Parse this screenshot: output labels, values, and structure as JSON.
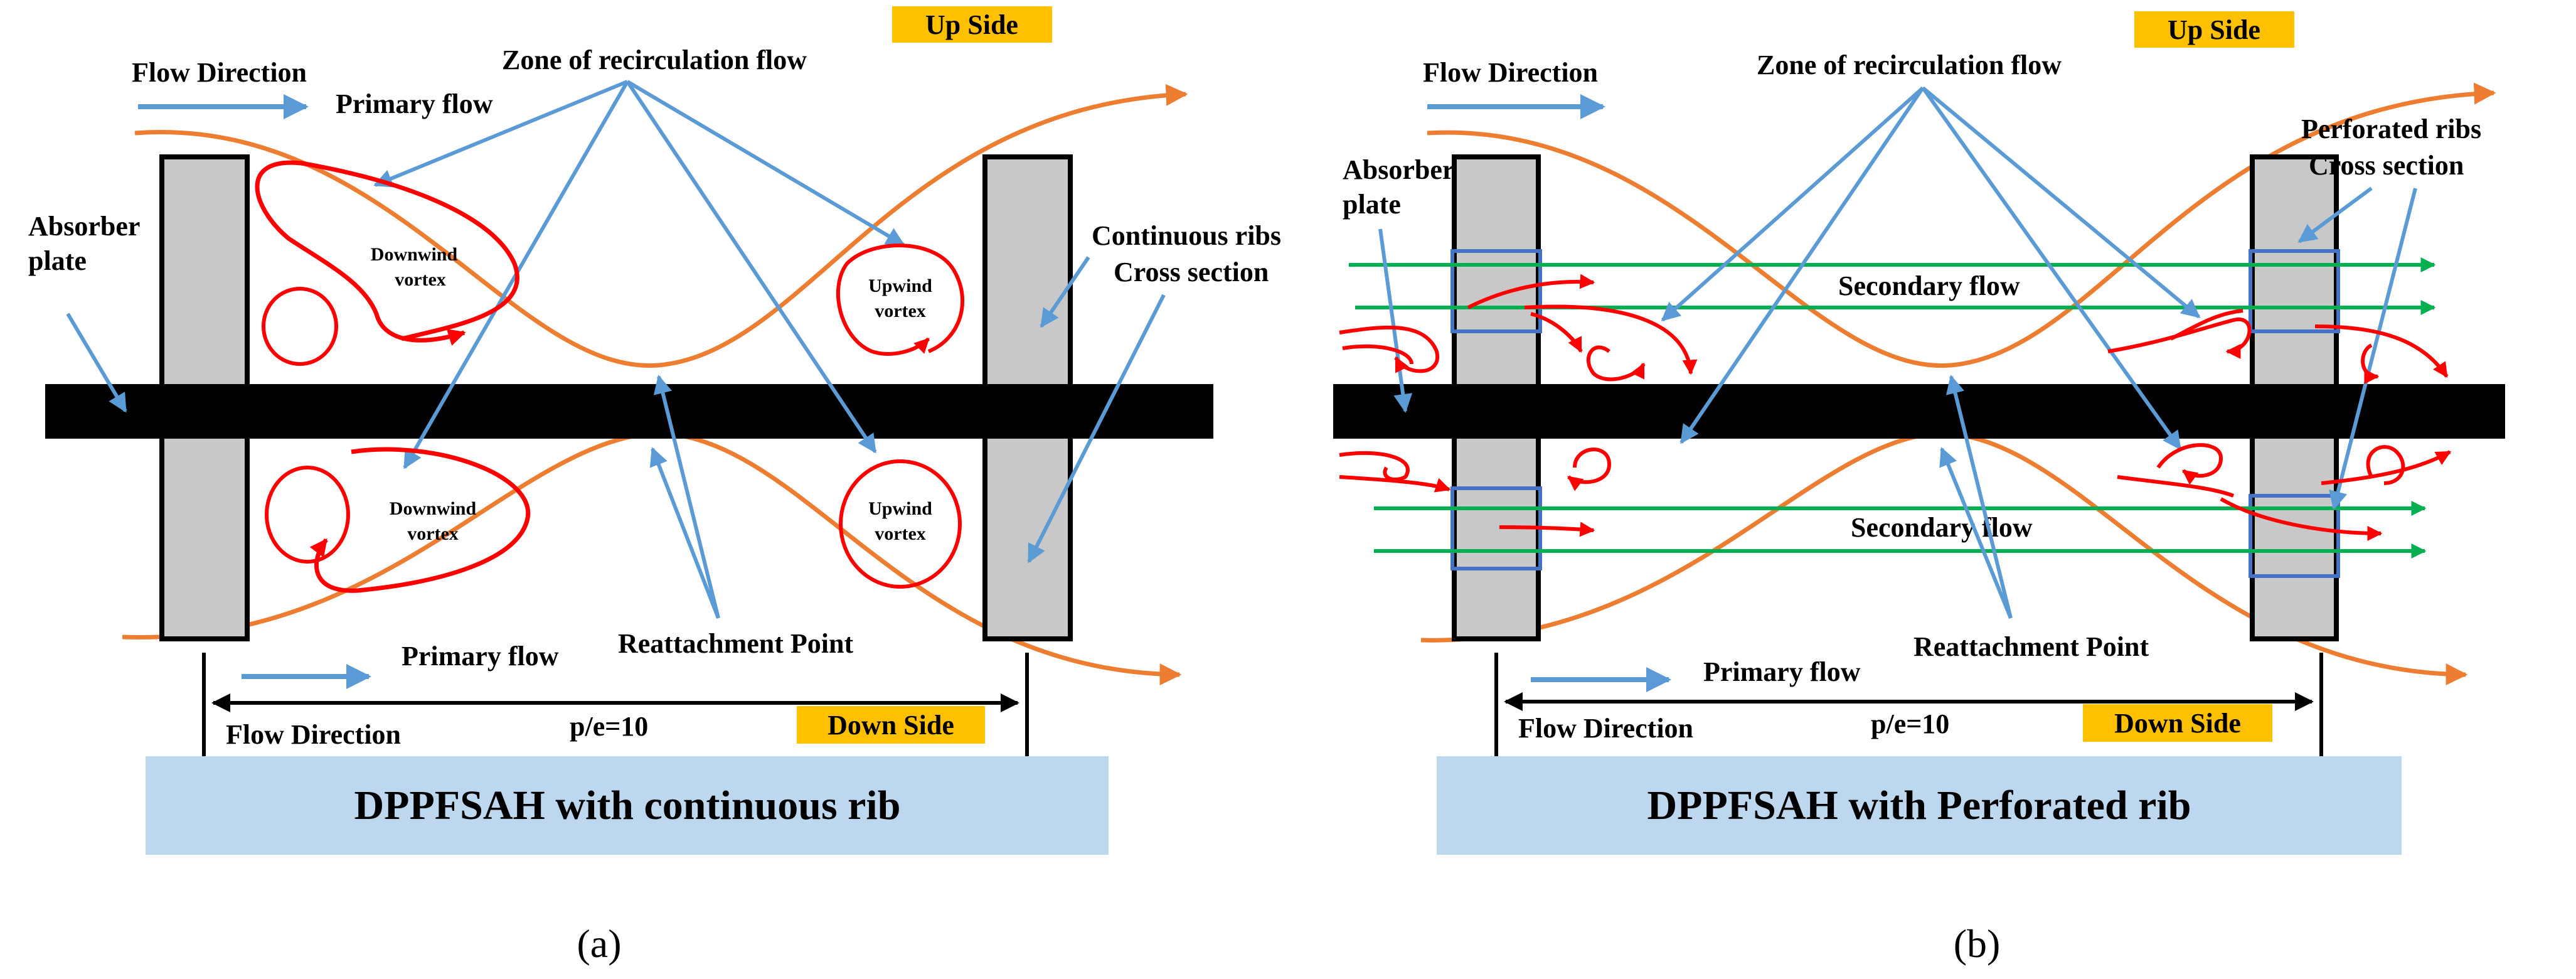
{
  "panels": [
    {
      "id": "a",
      "title": "DPPFSAH with continuous rib",
      "caption": "(a)",
      "up_side": "Up Side",
      "down_side": "Down Side",
      "flow_direction_top": "Flow Direction",
      "flow_direction_bottom": "Flow Direction",
      "primary_flow_top": "Primary flow",
      "primary_flow_bottom": "Primary flow",
      "zone": "Zone of recirculation flow",
      "absorber": [
        "Absorber",
        "plate"
      ],
      "ribs": [
        "Continuous ribs",
        "Cross section"
      ],
      "reattachment": "Reattachment Point",
      "pitch": "p/e=10",
      "downwind_vortex": [
        "Downwind",
        "vortex"
      ],
      "upwind_vortex": [
        "Upwind",
        "vortex"
      ]
    },
    {
      "id": "b",
      "title": "DPPFSAH with Perforated rib",
      "caption": "(b)",
      "up_side": "Up Side",
      "down_side": "Down Side",
      "flow_direction_top": "Flow Direction",
      "flow_direction_bottom": "Flow Direction",
      "primary_flow_bottom": "Primary flow",
      "zone": "Zone of recirculation flow",
      "absorber": [
        "Absorber",
        "plate"
      ],
      "ribs": [
        "Perforated ribs",
        "Cross section"
      ],
      "reattachment": "Reattachment Point",
      "pitch": "p/e=10",
      "secondary_flow": "Secondary flow"
    }
  ],
  "colors": {
    "rib_fill": "#c8c8c8",
    "plate": "#000000",
    "primary_curve": "#ed7d31",
    "pointer": "#5b9bd5",
    "vortex": "#ff0000",
    "secondary_flow": "#00b050",
    "perforation": "#4472c4",
    "tag_bg": "#ffc000",
    "title_bg": "#bdd7ee"
  }
}
